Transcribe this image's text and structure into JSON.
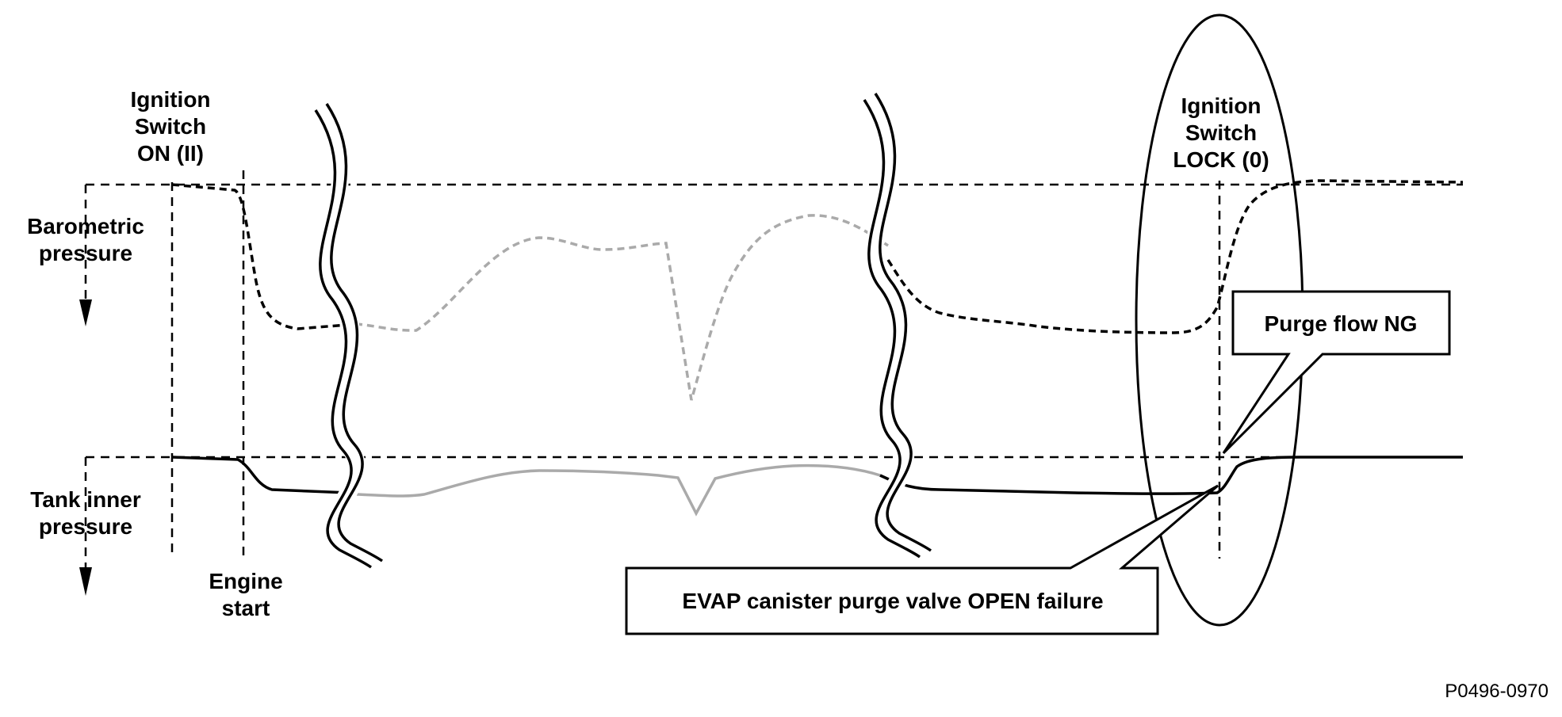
{
  "diagram": {
    "labels": {
      "ignition_on": [
        "Ignition",
        "Switch",
        "ON (II)"
      ],
      "barometric": [
        "Barometric",
        "pressure"
      ],
      "tank_inner": [
        "Tank inner",
        "pressure"
      ],
      "engine_start": [
        "Engine",
        "start"
      ],
      "ignition_lock": [
        "Ignition",
        "Switch",
        "LOCK (0)"
      ],
      "purge_flow": "Purge flow NG",
      "evap_failure": "EVAP canister purge valve OPEN failure",
      "figure_code": "P0496-0970"
    },
    "colors": {
      "line": "#000000",
      "faded_line": "#aaaaaa"
    }
  }
}
